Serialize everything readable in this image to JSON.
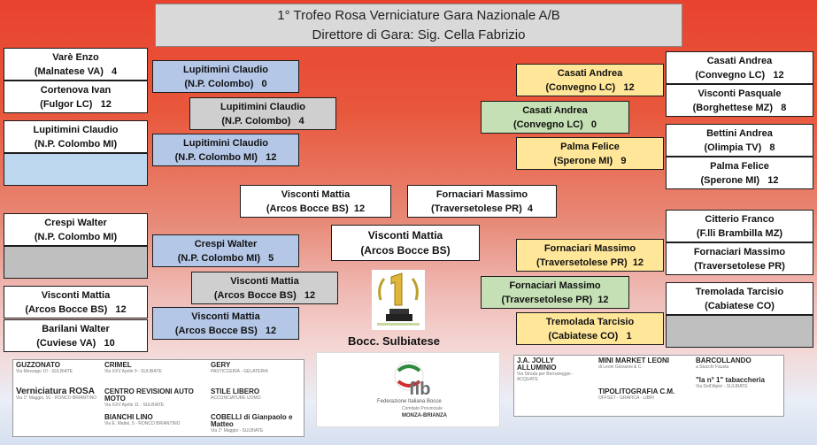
{
  "header": {
    "title": "1° Trofeo Rosa Verniciature Gara Nazionale A/B",
    "subtitle": "Direttore di Gara: Sig. Cella Fabrizio"
  },
  "left": {
    "r1": [
      {
        "l1": "Varè Enzo",
        "l2": "(Malnatese VA)   4"
      },
      {
        "l1": "Cortenova Ivan",
        "l2": "(Fulgor LC)   12"
      },
      {
        "l1": "Lupitimini Claudio",
        "l2": "(N.P. Colombo MI)"
      },
      {
        "l1": "",
        "l2": ""
      },
      {
        "l1": "Crespi Walter",
        "l2": "(N.P. Colombo MI)"
      },
      {
        "l1": "",
        "l2": ""
      },
      {
        "l1": "Visconti Mattia",
        "l2": "(Arcos Bocce BS)   12"
      },
      {
        "l1": "Barilani Walter",
        "l2": "(Cuviese VA)   10"
      }
    ],
    "r2": [
      {
        "l1": "Lupitimini Claudio",
        "l2": "(N.P. Colombo)   0"
      },
      {
        "l1": "Lupitimini Claudio",
        "l2": "(N.P. Colombo MI)   12"
      },
      {
        "l1": "Crespi Walter",
        "l2": "(N.P. Colombo MI)   5"
      },
      {
        "l1": "Visconti Mattia",
        "l2": "(Arcos Bocce BS)   12"
      }
    ],
    "r3": [
      {
        "l1": "Lupitimini Claudio",
        "l2": "(N.P. Colombo)   4"
      },
      {
        "l1": "Visconti Mattia",
        "l2": "(Arcos Bocce BS)   12"
      }
    ],
    "semi": {
      "l1": "Visconti Mattia",
      "l2": "(Arcos Bocce BS)  12"
    }
  },
  "right": {
    "r1": [
      {
        "l1": "Casati Andrea",
        "l2": "(Convegno LC)   12"
      },
      {
        "l1": "Visconti Pasquale",
        "l2": "(Borghettese MZ)   8"
      },
      {
        "l1": "Bettini Andrea",
        "l2": "(Olimpia TV)   8"
      },
      {
        "l1": "Palma Felice",
        "l2": "(Sperone MI)   12"
      },
      {
        "l1": "Citterio Franco",
        "l2": "(F.lli Brambilla MZ)"
      },
      {
        "l1": "Fornaciari Massimo",
        "l2": "(Traversetolese PR)"
      },
      {
        "l1": "Tremolada Tarcisio",
        "l2": "(Cabiatese CO)"
      },
      {
        "l1": "",
        "l2": ""
      }
    ],
    "r2": [
      {
        "l1": "Casati Andrea",
        "l2": "(Convegno LC)   12"
      },
      {
        "l1": "Palma Felice",
        "l2": "(Sperone MI)   9"
      },
      {
        "l1": "Fornaciari Massimo",
        "l2": "(Traversetolese PR)  12"
      },
      {
        "l1": "Tremolada Tarcisio",
        "l2": "(Cabiatese CO)   1"
      }
    ],
    "r3": [
      {
        "l1": "Casati Andrea",
        "l2": "(Convegno LC)   0"
      },
      {
        "l1": "Fornaciari Massimo",
        "l2": "(Traversetolese PR)  12"
      }
    ],
    "semi": {
      "l1": "Fornaciari Massimo",
      "l2": "(Traversetolese PR)  4"
    }
  },
  "final": {
    "l1": "Visconti Mattia",
    "l2": "(Arcos Bocce BS)"
  },
  "winner_club": "Bocc. Sulbiatese",
  "sponsors": {
    "left": {
      "cells": [
        {
          "name": "GUZZONATO",
          "sub": "Via Mezzago 10 - SULBIATE"
        },
        {
          "name": "CRIMEL",
          "sub": "Via XXV Aprile 9 - SULBIATE"
        },
        {
          "name": "GERY",
          "sub": "PASTICCERIA - GELATERIA"
        },
        {
          "name": "Verniciatura ROSA",
          "sub": "Via 1° Maggio, 91 - RONCO BRIANTINO"
        },
        {
          "name": "CENTRO REVISIONI AUTO MOTO",
          "sub": "Via XXV Aprile 11 - SULBIATE"
        },
        {
          "name": "STILE LIBERO",
          "sub": "ACCONCIATURE UOMO"
        },
        {
          "name": "BIANCHI LINO",
          "sub": "Via E. Mattei, 5 - RONCO BRIANTINO"
        },
        {
          "name": "COBELLI di Gianpaolo e Matteo",
          "sub": "Via 1° Maggio - SULBIATE"
        }
      ]
    },
    "center": {
      "name": "fib",
      "line1": "Federazione Italiana Bocce",
      "line2": "Comitato Provinciale",
      "line3": "MONZA-BRIANZA"
    },
    "right": {
      "cells": [
        {
          "name": "J.A. JOLLY ALLUMINIO",
          "sub": "Via Strada per Bernareggio - ACQUATE"
        },
        {
          "name": "MINI MARKET LEONI",
          "sub": "di Leoni Giovanni & C."
        },
        {
          "name": "BARCOLLANDO",
          "sub": "a Stucchi Fausta"
        },
        {
          "name": "TIPOLITOGRAFIA C.M.",
          "sub": "OFFSET - GRAFICA - LIBRI"
        },
        {
          "name": "\"la n° 1\" tabaccheria",
          "sub": "Via Dell'Alpini - SULBIATE"
        }
      ]
    }
  },
  "colors": {
    "yellow_box": "#ffe699",
    "green_box": "#c5e0b4",
    "blue_box": "#b4c7e7",
    "grey_box": "#cfcfcf",
    "accent_red": "#e8432f"
  }
}
